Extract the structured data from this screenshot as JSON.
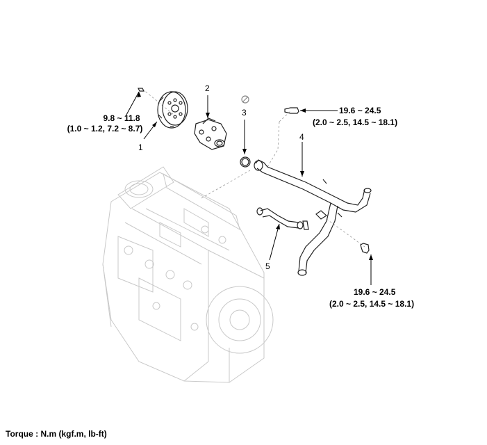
{
  "torque_legend": "Torque : N.m (kgf.m, lb-ft)",
  "callouts": {
    "pulley_torque_line1": "9.8 ~ 11.8",
    "pulley_torque_line2": "(1.0 ~ 1.2, 7.2 ~ 8.7)",
    "bolt_top_torque_line1": "19.6 ~ 24.5",
    "bolt_top_torque_line2": "(2.0 ~ 2.5, 14.5 ~ 18.1)",
    "bolt_bottom_torque_line1": "19.6 ~ 24.5",
    "bolt_bottom_torque_line2": "(2.0 ~ 2.5, 14.5 ~ 18.1)"
  },
  "part_numbers": [
    "1",
    "2",
    "3",
    "4",
    "5"
  ]
}
